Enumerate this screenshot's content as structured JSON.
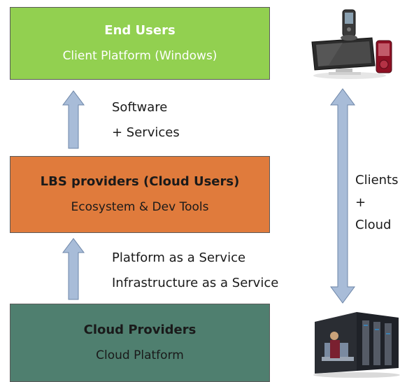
{
  "boxes": {
    "end_users": {
      "title": "End Users",
      "subtitle": "Client Platform (Windows)",
      "color": "#92d050"
    },
    "lbs": {
      "title": "LBS providers (Cloud Users)",
      "subtitle": "Ecosystem & Dev Tools",
      "color": "#e07b3c"
    },
    "cloud": {
      "title": "Cloud Providers",
      "subtitle": "Cloud Platform",
      "color": "#4f7f6f"
    }
  },
  "labels": {
    "software": {
      "line1": "Software",
      "line2": "+ Services"
    },
    "platform": {
      "line1": "Platform as a Service",
      "line2": "Infrastructure as a Service"
    },
    "clients": {
      "line1": "Clients",
      "line2": "+",
      "line3": "Cloud"
    }
  },
  "images": {
    "top": "devices-image",
    "bottom": "datacenter-image"
  },
  "arrow_color": "#a8bcd8"
}
